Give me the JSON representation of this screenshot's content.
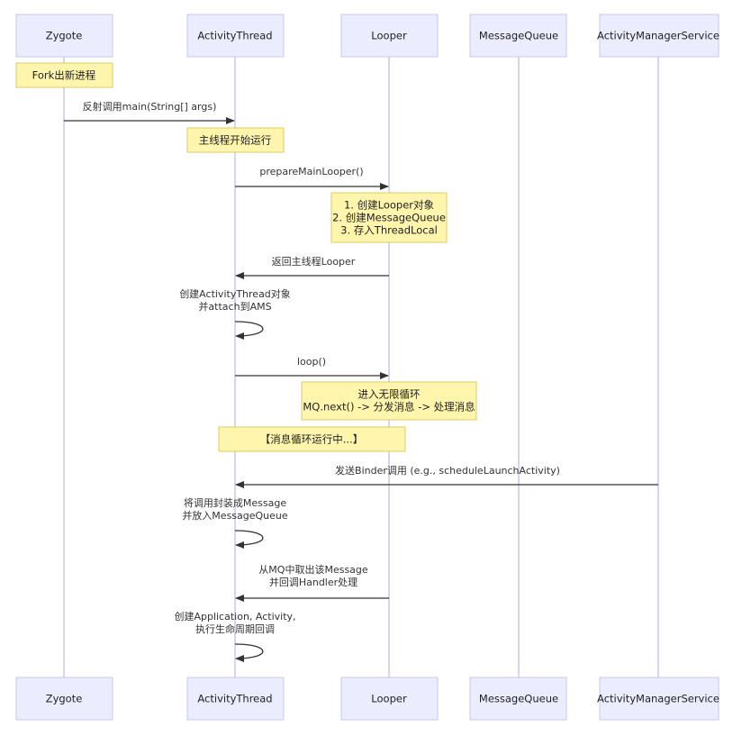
{
  "participants": {
    "zygote": "Zygote",
    "activity_thread": "ActivityThread",
    "looper": "Looper",
    "message_queue": "MessageQueue",
    "ams": "ActivityManagerService"
  },
  "notes": {
    "fork": "Fork出新进程",
    "main_thread_start": "主线程开始运行",
    "looper_steps": [
      "1. 创建Looper对象",
      "2. 创建MessageQueue",
      "3. 存入ThreadLocal"
    ],
    "infinite_loop": [
      "进入无限循环",
      "MQ.next() -> 分发消息 -> 处理消息"
    ],
    "loop_running": "【消息循环运行中...】"
  },
  "messages": {
    "reflect_main": "反射调用main(String[] args)",
    "prepare_main_looper": "prepareMainLooper()",
    "return_looper": "返回主线程Looper",
    "create_activity_thread": [
      "创建ActivityThread对象",
      "并attach到AMS"
    ],
    "loop": "loop()",
    "send_binder": "发送Binder调用 (e.g., scheduleLaunchActivity)",
    "wrap_message": [
      "将调用封装成Message",
      "并放入MessageQueue"
    ],
    "take_message": [
      "从MQ中取出该Message",
      "并回调Handler处理"
    ],
    "create_app": [
      "创建Application, Activity,",
      "执行生命周期回调"
    ]
  }
}
